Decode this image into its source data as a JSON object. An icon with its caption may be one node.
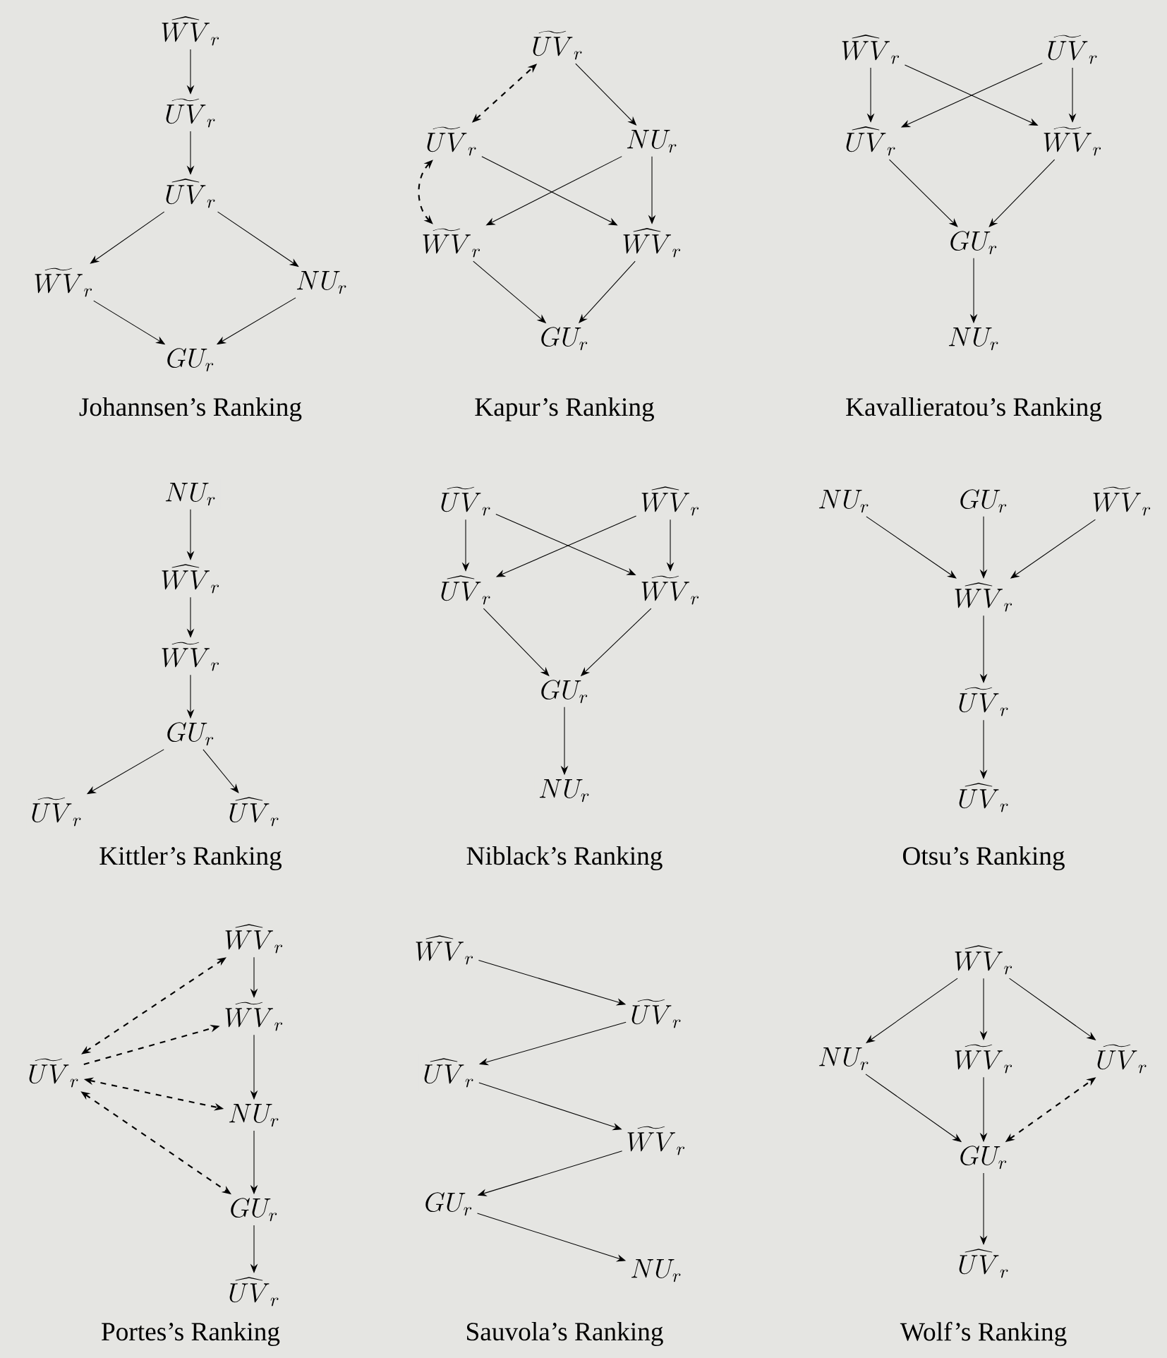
{
  "diagram": {
    "nodes": [
      {
        "text": [
          "\\widehat{WV}_r"
        ]
      },
      {
        "text": [
          "\\widetilde{UV}_r"
        ]
      },
      {
        "text": [
          "\\widehat{UV}_r"
        ]
      },
      {
        "text": [
          "\\widetilde{WV}_r"
        ]
      },
      {
        "text": [
          "NU_r"
        ]
      },
      {
        "text": [
          "GU_r"
        ]
      },
      {
        "text": [
          "\\widetilde{UV}_r"
        ]
      },
      {
        "text": [
          "\\widetilde{UV}_r"
        ]
      },
      {
        "text": [
          "NU_r"
        ]
      },
      {
        "text": [
          "\\widetilde{WV}_r"
        ]
      },
      {
        "text": [
          "\\widehat{WV}_r"
        ]
      },
      {
        "text": [
          "GU_r"
        ]
      },
      {
        "text": [
          "\\widehat{WV}_r"
        ]
      },
      {
        "text": [
          "\\widetilde{UV}_r"
        ]
      },
      {
        "text": [
          "\\widehat{UV}_r"
        ]
      },
      {
        "text": [
          "\\widetilde{WV}_r"
        ]
      },
      {
        "text": [
          "GU_r"
        ]
      },
      {
        "text": [
          "NU_r"
        ]
      },
      {
        "text": [
          "NU_r"
        ]
      },
      {
        "text": [
          "\\widehat{WV}_r"
        ]
      },
      {
        "text": [
          "\\widetilde{WV}_r"
        ]
      },
      {
        "text": [
          "GU_r"
        ]
      },
      {
        "text": [
          "\\widetilde{UV}_r"
        ]
      },
      {
        "text": [
          "\\widehat{UV}_r"
        ]
      },
      {
        "text": [
          "\\widetilde{UV}_r"
        ]
      },
      {
        "text": [
          "\\widehat{WV}_r"
        ]
      },
      {
        "text": [
          "\\widehat{UV}_r"
        ]
      },
      {
        "text": [
          "\\widetilde{WV}_r"
        ]
      },
      {
        "text": [
          "GU_r"
        ]
      },
      {
        "text": [
          "NU_r"
        ]
      },
      {
        "text": [
          "NU_r"
        ]
      },
      {
        "text": [
          "GU_r"
        ]
      },
      {
        "text": [
          "\\widetilde{WV}_r"
        ]
      },
      {
        "text": [
          "\\widehat{WV}_r"
        ]
      },
      {
        "text": [
          "\\widetilde{UV}_r"
        ]
      },
      {
        "text": [
          "\\widehat{UV}_r"
        ]
      },
      {
        "text": [
          "\\widehat{WV}_r"
        ]
      },
      {
        "text": [
          "\\widetilde{WV}_r"
        ]
      },
      {
        "text": [
          "\\widetilde{UV}_r"
        ]
      },
      {
        "text": [
          "NU_r"
        ]
      },
      {
        "text": [
          "GU_r"
        ]
      },
      {
        "text": [
          "\\widehat{UV}_r"
        ]
      },
      {
        "text": [
          "\\widehat{WV}_r"
        ]
      },
      {
        "text": [
          "\\widetilde{UV}_r"
        ]
      },
      {
        "text": [
          "\\widehat{UV}_r"
        ]
      },
      {
        "text": [
          "\\widetilde{WV}_r"
        ]
      },
      {
        "text": [
          "GU_r"
        ]
      },
      {
        "text": [
          "NU_r"
        ]
      },
      {
        "text": [
          "\\widehat{WV}_r"
        ]
      },
      {
        "text": [
          "NU_r"
        ]
      },
      {
        "text": [
          "\\widetilde{WV}_r"
        ]
      },
      {
        "text": [
          "\\widetilde{UV}_r"
        ]
      },
      {
        "text": [
          "GU_r"
        ]
      },
      {
        "text": [
          "\\widehat{UV}_r"
        ]
      }
    ],
    "edges": [
      {
        "from": 0,
        "to": 1,
        "arrow": "to"
      },
      {
        "from": 1,
        "to": 2,
        "arrow": "to"
      },
      {
        "from": 2,
        "to": 3,
        "arrow": "to"
      },
      {
        "from": 2,
        "to": 4,
        "arrow": "to"
      },
      {
        "from": 3,
        "to": 5,
        "arrow": "to"
      },
      {
        "from": 4,
        "to": 5,
        "arrow": "to"
      },
      {
        "from": 6,
        "to": 8,
        "arrow": "to"
      },
      {
        "from": 7,
        "to": 10,
        "arrow": "to"
      },
      {
        "from": 8,
        "to": 9,
        "arrow": "to"
      },
      {
        "from": 8,
        "to": 10,
        "arrow": "to"
      },
      {
        "from": 9,
        "to": 11,
        "arrow": "to"
      },
      {
        "from": 10,
        "to": 11,
        "arrow": "to"
      },
      {
        "from": 7,
        "to": 6,
        "arrow": "both",
        "style": "dashed"
      },
      {
        "from": 7,
        "to": 9,
        "arrow": "both",
        "style": "dashed"
      },
      {
        "from": 12,
        "to": 14,
        "arrow": "to"
      },
      {
        "from": 12,
        "to": 15,
        "arrow": "to"
      },
      {
        "from": 13,
        "to": 14,
        "arrow": "to"
      },
      {
        "from": 13,
        "to": 15,
        "arrow": "to"
      },
      {
        "from": 14,
        "to": 16,
        "arrow": "to"
      },
      {
        "from": 15,
        "to": 16,
        "arrow": "to"
      },
      {
        "from": 16,
        "to": 17,
        "arrow": "to"
      },
      {
        "from": 18,
        "to": 19,
        "arrow": "to"
      },
      {
        "from": 19,
        "to": 20,
        "arrow": "to"
      },
      {
        "from": 20,
        "to": 21,
        "arrow": "to"
      },
      {
        "from": 21,
        "to": 22,
        "arrow": "to"
      },
      {
        "from": 21,
        "to": 23,
        "arrow": "to"
      },
      {
        "from": 24,
        "to": 26,
        "arrow": "to"
      },
      {
        "from": 24,
        "to": 27,
        "arrow": "to"
      },
      {
        "from": 25,
        "to": 26,
        "arrow": "to"
      },
      {
        "from": 25,
        "to": 27,
        "arrow": "to"
      },
      {
        "from": 26,
        "to": 28,
        "arrow": "to"
      },
      {
        "from": 27,
        "to": 28,
        "arrow": "to"
      },
      {
        "from": 28,
        "to": 29,
        "arrow": "to"
      },
      {
        "from": 30,
        "to": 33,
        "arrow": "to"
      },
      {
        "from": 31,
        "to": 33,
        "arrow": "to"
      },
      {
        "from": 32,
        "to": 33,
        "arrow": "to"
      },
      {
        "from": 33,
        "to": 34,
        "arrow": "to"
      },
      {
        "from": 34,
        "to": 35,
        "arrow": "to"
      },
      {
        "from": 36,
        "to": 37,
        "arrow": "to"
      },
      {
        "from": 37,
        "to": 39,
        "arrow": "to"
      },
      {
        "from": 39,
        "to": 40,
        "arrow": "to"
      },
      {
        "from": 40,
        "to": 41,
        "arrow": "to"
      },
      {
        "from": 38,
        "to": 36,
        "arrow": "both",
        "style": "dashed"
      },
      {
        "from": 38,
        "to": 37,
        "arrow": "to",
        "style": "dashed"
      },
      {
        "from": 38,
        "to": 39,
        "arrow": "both",
        "style": "dashed"
      },
      {
        "from": 38,
        "to": 40,
        "arrow": "both",
        "style": "dashed"
      },
      {
        "from": 42,
        "to": 43,
        "arrow": "to"
      },
      {
        "from": 43,
        "to": 44,
        "arrow": "to"
      },
      {
        "from": 44,
        "to": 45,
        "arrow": "to"
      },
      {
        "from": 45,
        "to": 46,
        "arrow": "to"
      },
      {
        "from": 46,
        "to": 47,
        "arrow": "to"
      },
      {
        "from": 48,
        "to": 49,
        "arrow": "to"
      },
      {
        "from": 48,
        "to": 50,
        "arrow": "to"
      },
      {
        "from": 48,
        "to": 51,
        "arrow": "to"
      },
      {
        "from": 49,
        "to": 52,
        "arrow": "to"
      },
      {
        "from": 50,
        "to": 52,
        "arrow": "to"
      },
      {
        "from": 52,
        "to": 51,
        "arrow": "both",
        "style": "dashed"
      },
      {
        "from": 52,
        "to": 53,
        "arrow": "to"
      }
    ],
    "labels": [
      "Johannsen’s Ranking",
      "Kapur’s Ranking",
      "Kavallieratou’s Ranking",
      "Kittler’s Ranking",
      "Niblack’s Ranking",
      "Otsu’s Ranking",
      "Portes’s Ranking",
      "Sauvola’s Ranking",
      "Wolf’s Ranking"
    ]
  }
}
